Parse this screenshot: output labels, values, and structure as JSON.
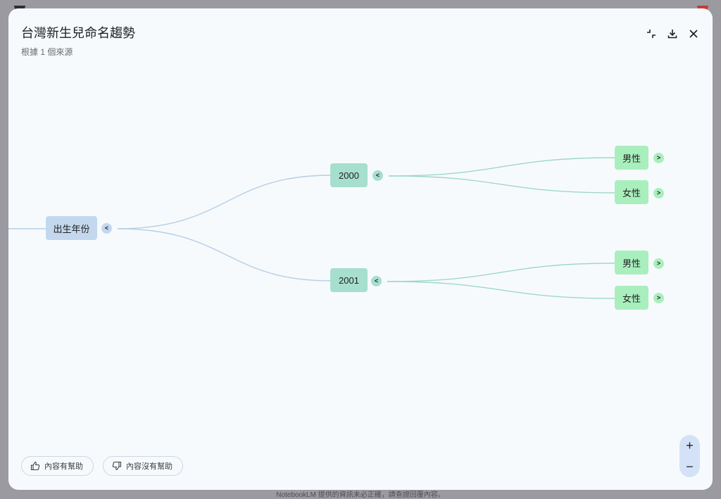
{
  "window": {
    "title": "台灣新生兒命名趨勢",
    "subtitle": "根據 1 個來源",
    "icons": [
      "collapse-icon",
      "download-icon",
      "close-icon"
    ]
  },
  "mindmap": {
    "root": {
      "label": "出生年份",
      "toggle": "<"
    },
    "branches": [
      {
        "label": "2000",
        "toggle": "<",
        "children": [
          {
            "label": "男性",
            "toggle": ">"
          },
          {
            "label": "女性",
            "toggle": ">"
          }
        ]
      },
      {
        "label": "2001",
        "toggle": "<",
        "children": [
          {
            "label": "男性",
            "toggle": ">"
          },
          {
            "label": "女性",
            "toggle": ">"
          }
        ]
      }
    ]
  },
  "feedback": {
    "helpful": "內容有幫助",
    "unhelpful": "內容沒有幫助"
  },
  "zoom": {
    "in": "+",
    "out": "−"
  },
  "footer": {
    "disclaimer": "NotebookLM 提供的資訊未必正確，請查證回覆內容。"
  },
  "colors": {
    "root_node": "#c3d8ee",
    "year_node": "#a6dfcd",
    "leaf_node": "#a9efbd",
    "root_edge": "#b6cfe6",
    "leaf_edge": "#9ed9c4",
    "modal_bg": "#f7fafd"
  }
}
